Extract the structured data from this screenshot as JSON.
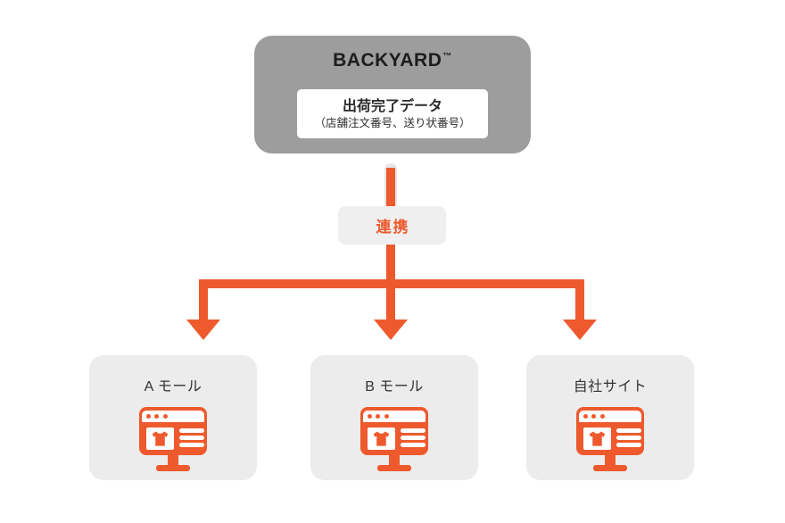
{
  "colors": {
    "accent_orange": "#ee5a2d",
    "source_box_gray": "#9d9d9d",
    "destination_box_gray": "#ececec",
    "link_label_gray": "#efefef",
    "card_white": "#ffffff",
    "text_dark": "#2b2b2b"
  },
  "source": {
    "title": "BACKYARD",
    "trademark": "™",
    "data_card": {
      "line1": "出荷完了データ",
      "line2": "（店舗注文番号、送り状番号）"
    }
  },
  "connector": {
    "label": "連携"
  },
  "destinations": [
    {
      "label": "A モール"
    },
    {
      "label": "B モール"
    },
    {
      "label": "自社サイト"
    }
  ],
  "icons": {
    "destination": "ecommerce-monitor-icon",
    "browser_dots": "browser-window-dots",
    "product": "tshirt-icon"
  }
}
